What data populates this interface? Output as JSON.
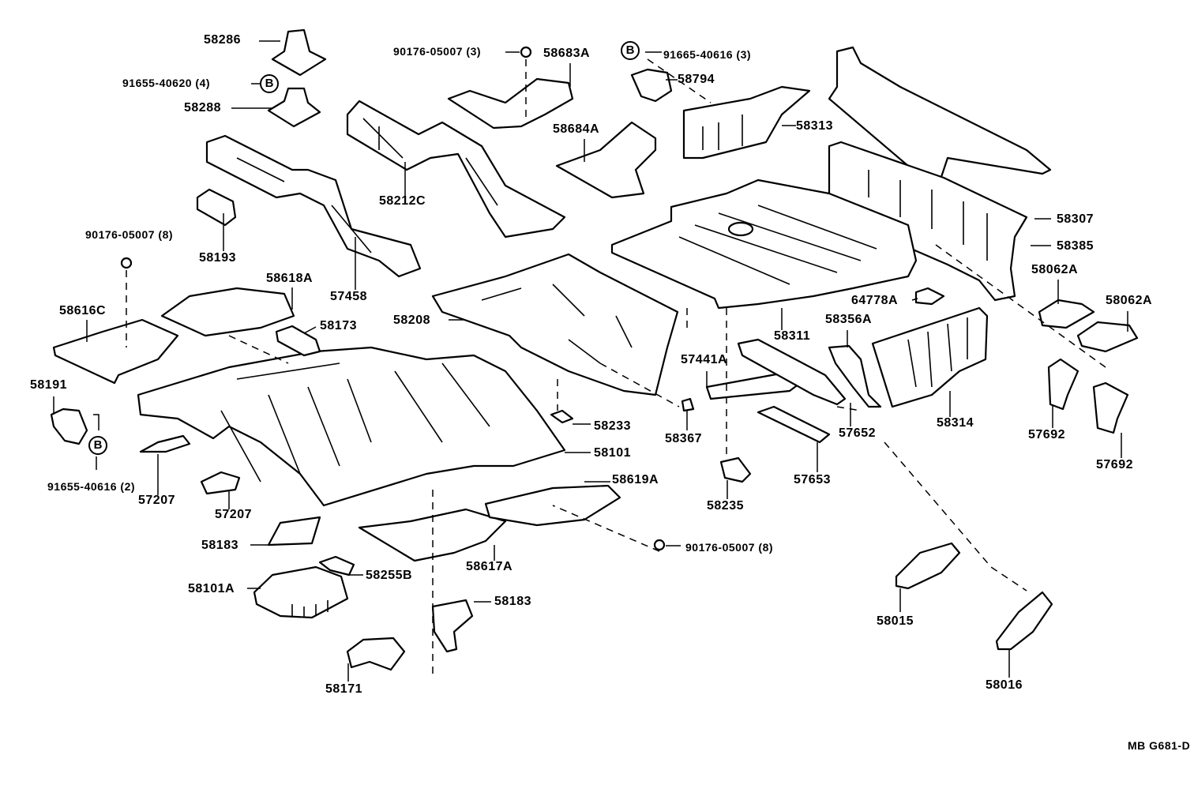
{
  "diagram_code": "MB G681-D",
  "bolt_symbol": "B",
  "labels": {
    "p58286": "58286",
    "p91655_40620": "91655-40620 (4)",
    "p58288": "58288",
    "p90176_3": "90176-05007 (3)",
    "p58683A": "58683A",
    "p91665_40616_3": "91665-40616 (3)",
    "p58794": "58794",
    "p58313": "58313",
    "p58684A": "58684A",
    "p58212C": "58212C",
    "p58193": "58193",
    "p90176_8a": "90176-05007 (8)",
    "p57458": "57458",
    "p58618A": "58618A",
    "p58616C": "58616C",
    "p58173": "58173",
    "p58208": "58208",
    "p58307": "58307",
    "p58385": "58385",
    "p58062A_1": "58062A",
    "p58062A_2": "58062A",
    "p64778A": "64778A",
    "p58311": "58311",
    "p58356A": "58356A",
    "p57441A": "57441A",
    "p58191": "58191",
    "p58233": "58233",
    "p58367": "58367",
    "p57652": "57652",
    "p58314": "58314",
    "p57692_1": "57692",
    "p57692_2": "57692",
    "p58101": "58101",
    "p91655_40616_2": "91655-40616 (2)",
    "p57207_1": "57207",
    "p57207_2": "57207",
    "p58619A": "58619A",
    "p57653": "57653",
    "p58235": "58235",
    "p58183_1": "58183",
    "p90176_8b": "90176-05007 (8)",
    "p58617A": "58617A",
    "p58255B": "58255B",
    "p58101A": "58101A",
    "p58183_2": "58183",
    "p58015": "58015",
    "p58171": "58171",
    "p58016": "58016"
  }
}
